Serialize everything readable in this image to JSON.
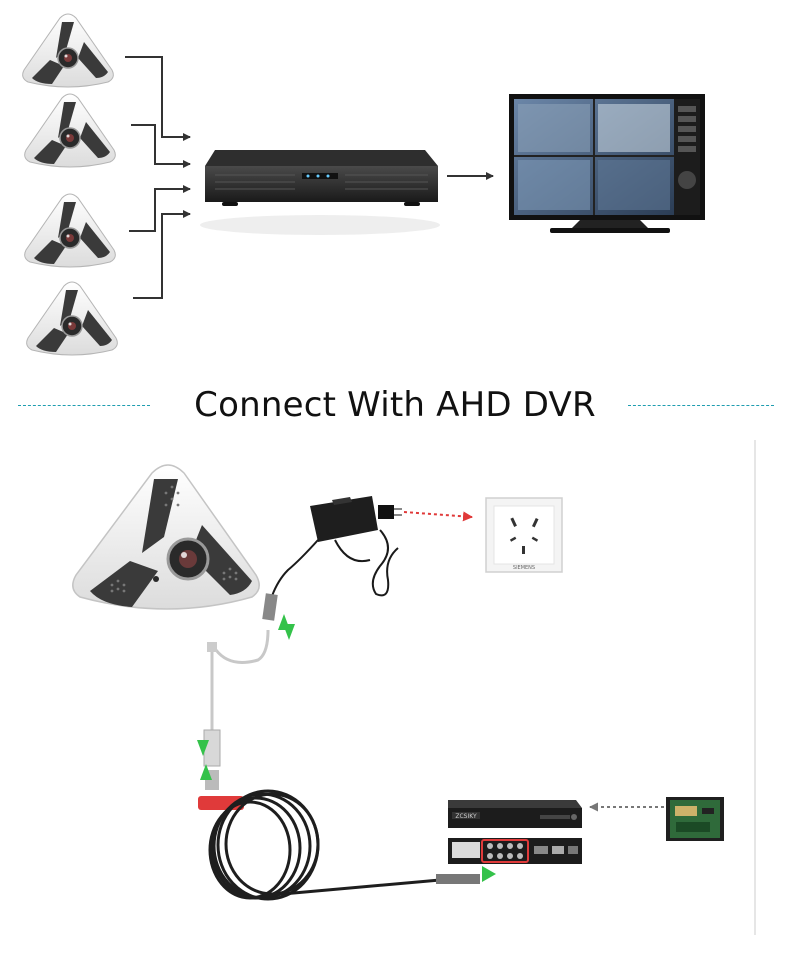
{
  "title": "Connect With AHD DVR",
  "dvr_brand_label": "ZCSIKY",
  "socket_brand_label": "SIEMENS",
  "colors": {
    "divider": "#1e9db0",
    "arrow_red": "#e03a3a",
    "arrow_green": "#34c24a",
    "camera_dark": "#3a3a3a",
    "camera_light": "#f1f1f1"
  }
}
